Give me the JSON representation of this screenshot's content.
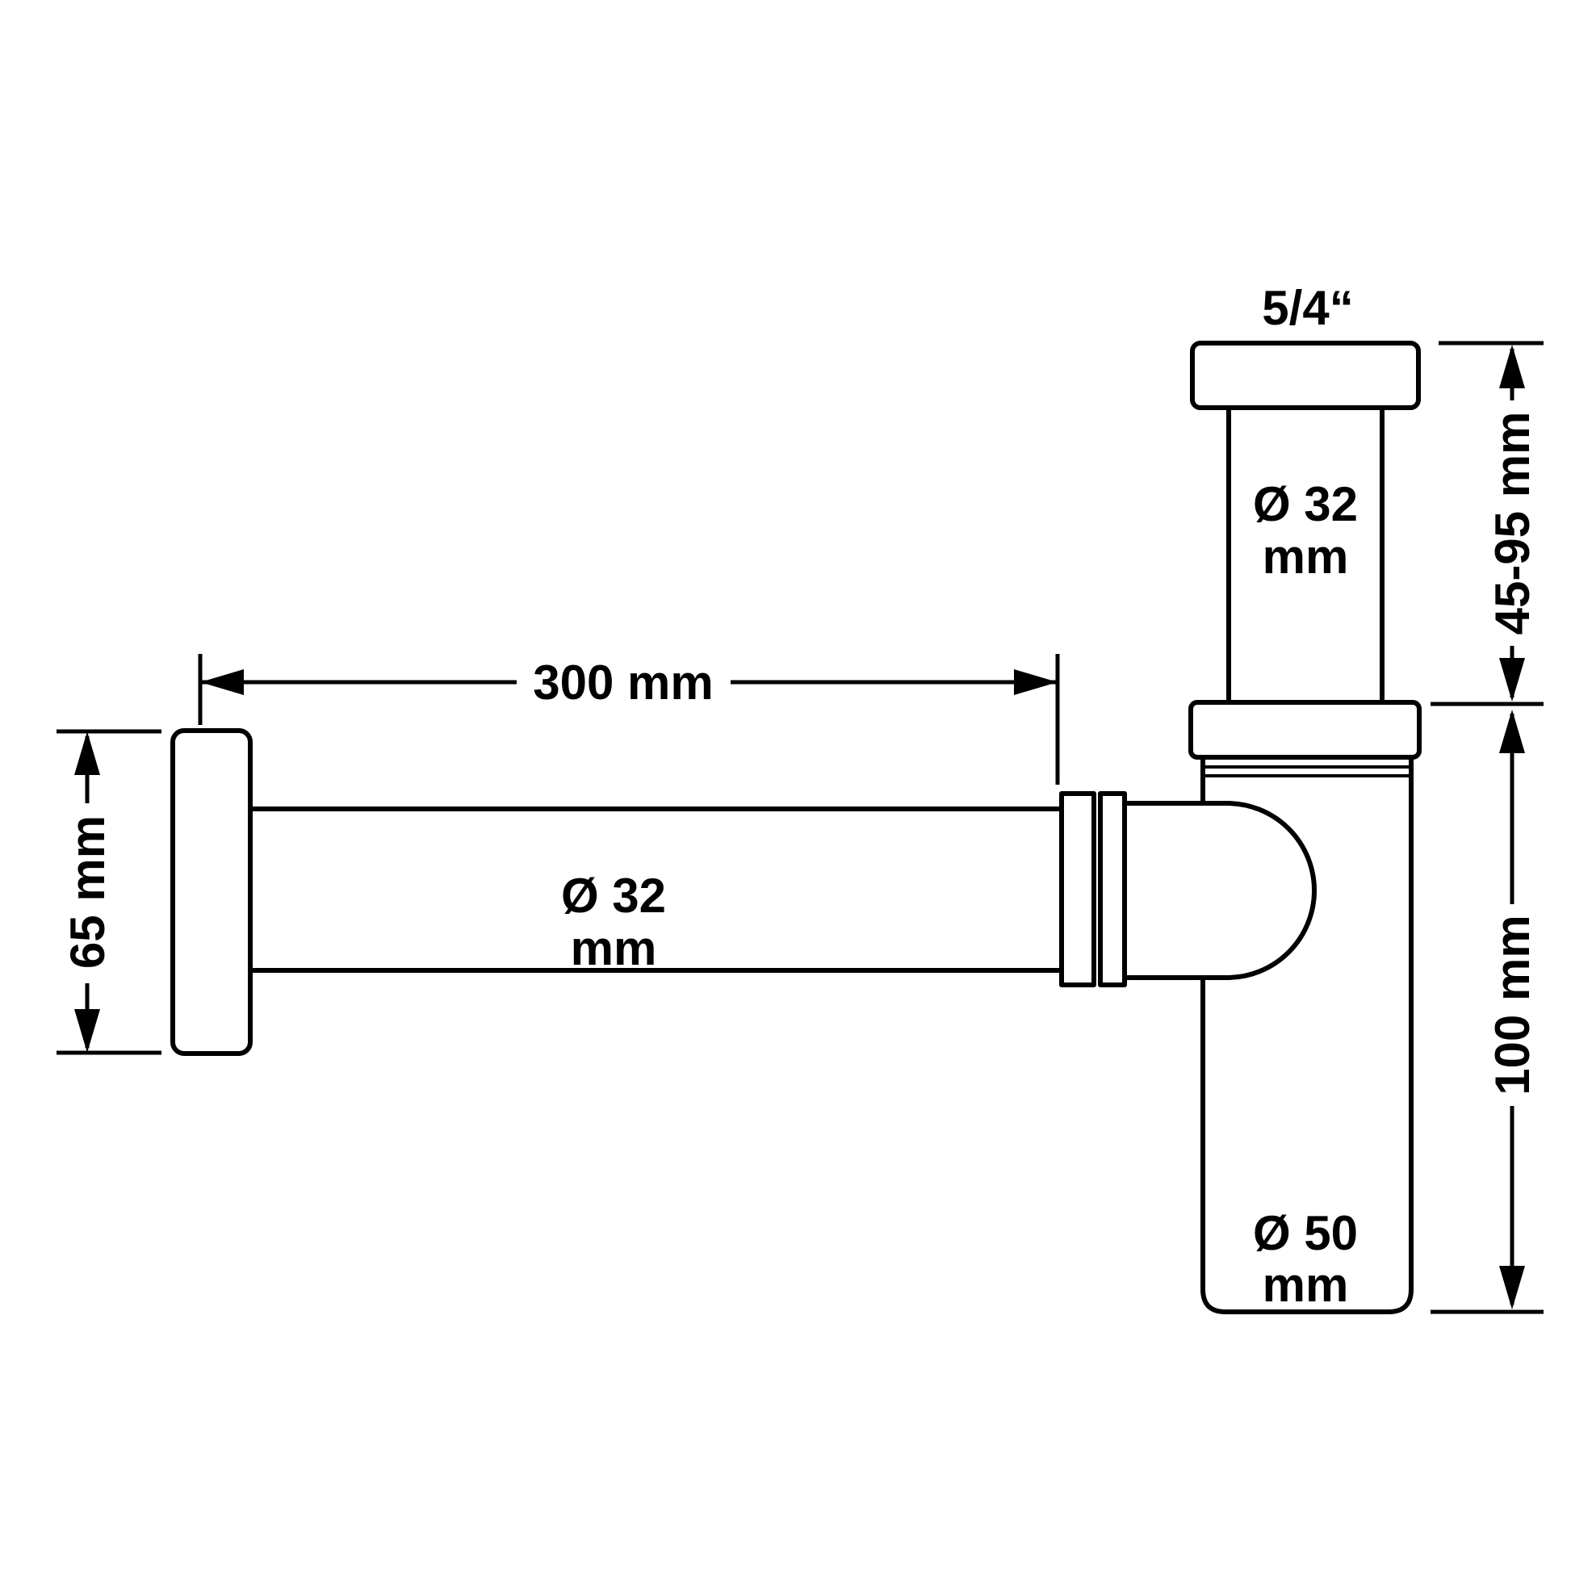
{
  "page": {
    "background": "#ffffff",
    "line_color": "#000000",
    "description": "Technical dimension drawing of a bottle trap siphon"
  },
  "labels": {
    "thread_size": "5/4“",
    "vertical_pipe": {
      "line1": "Ø 32",
      "line2": "mm"
    },
    "telescopic_range": "45-95 mm",
    "wall_tube_length": "300 mm",
    "wall_tube": {
      "line1": "Ø 32",
      "line2": "mm"
    },
    "rosette_height": "65 mm",
    "body_height": "100 mm",
    "body": {
      "line1": "Ø 50",
      "line2": "mm"
    }
  }
}
